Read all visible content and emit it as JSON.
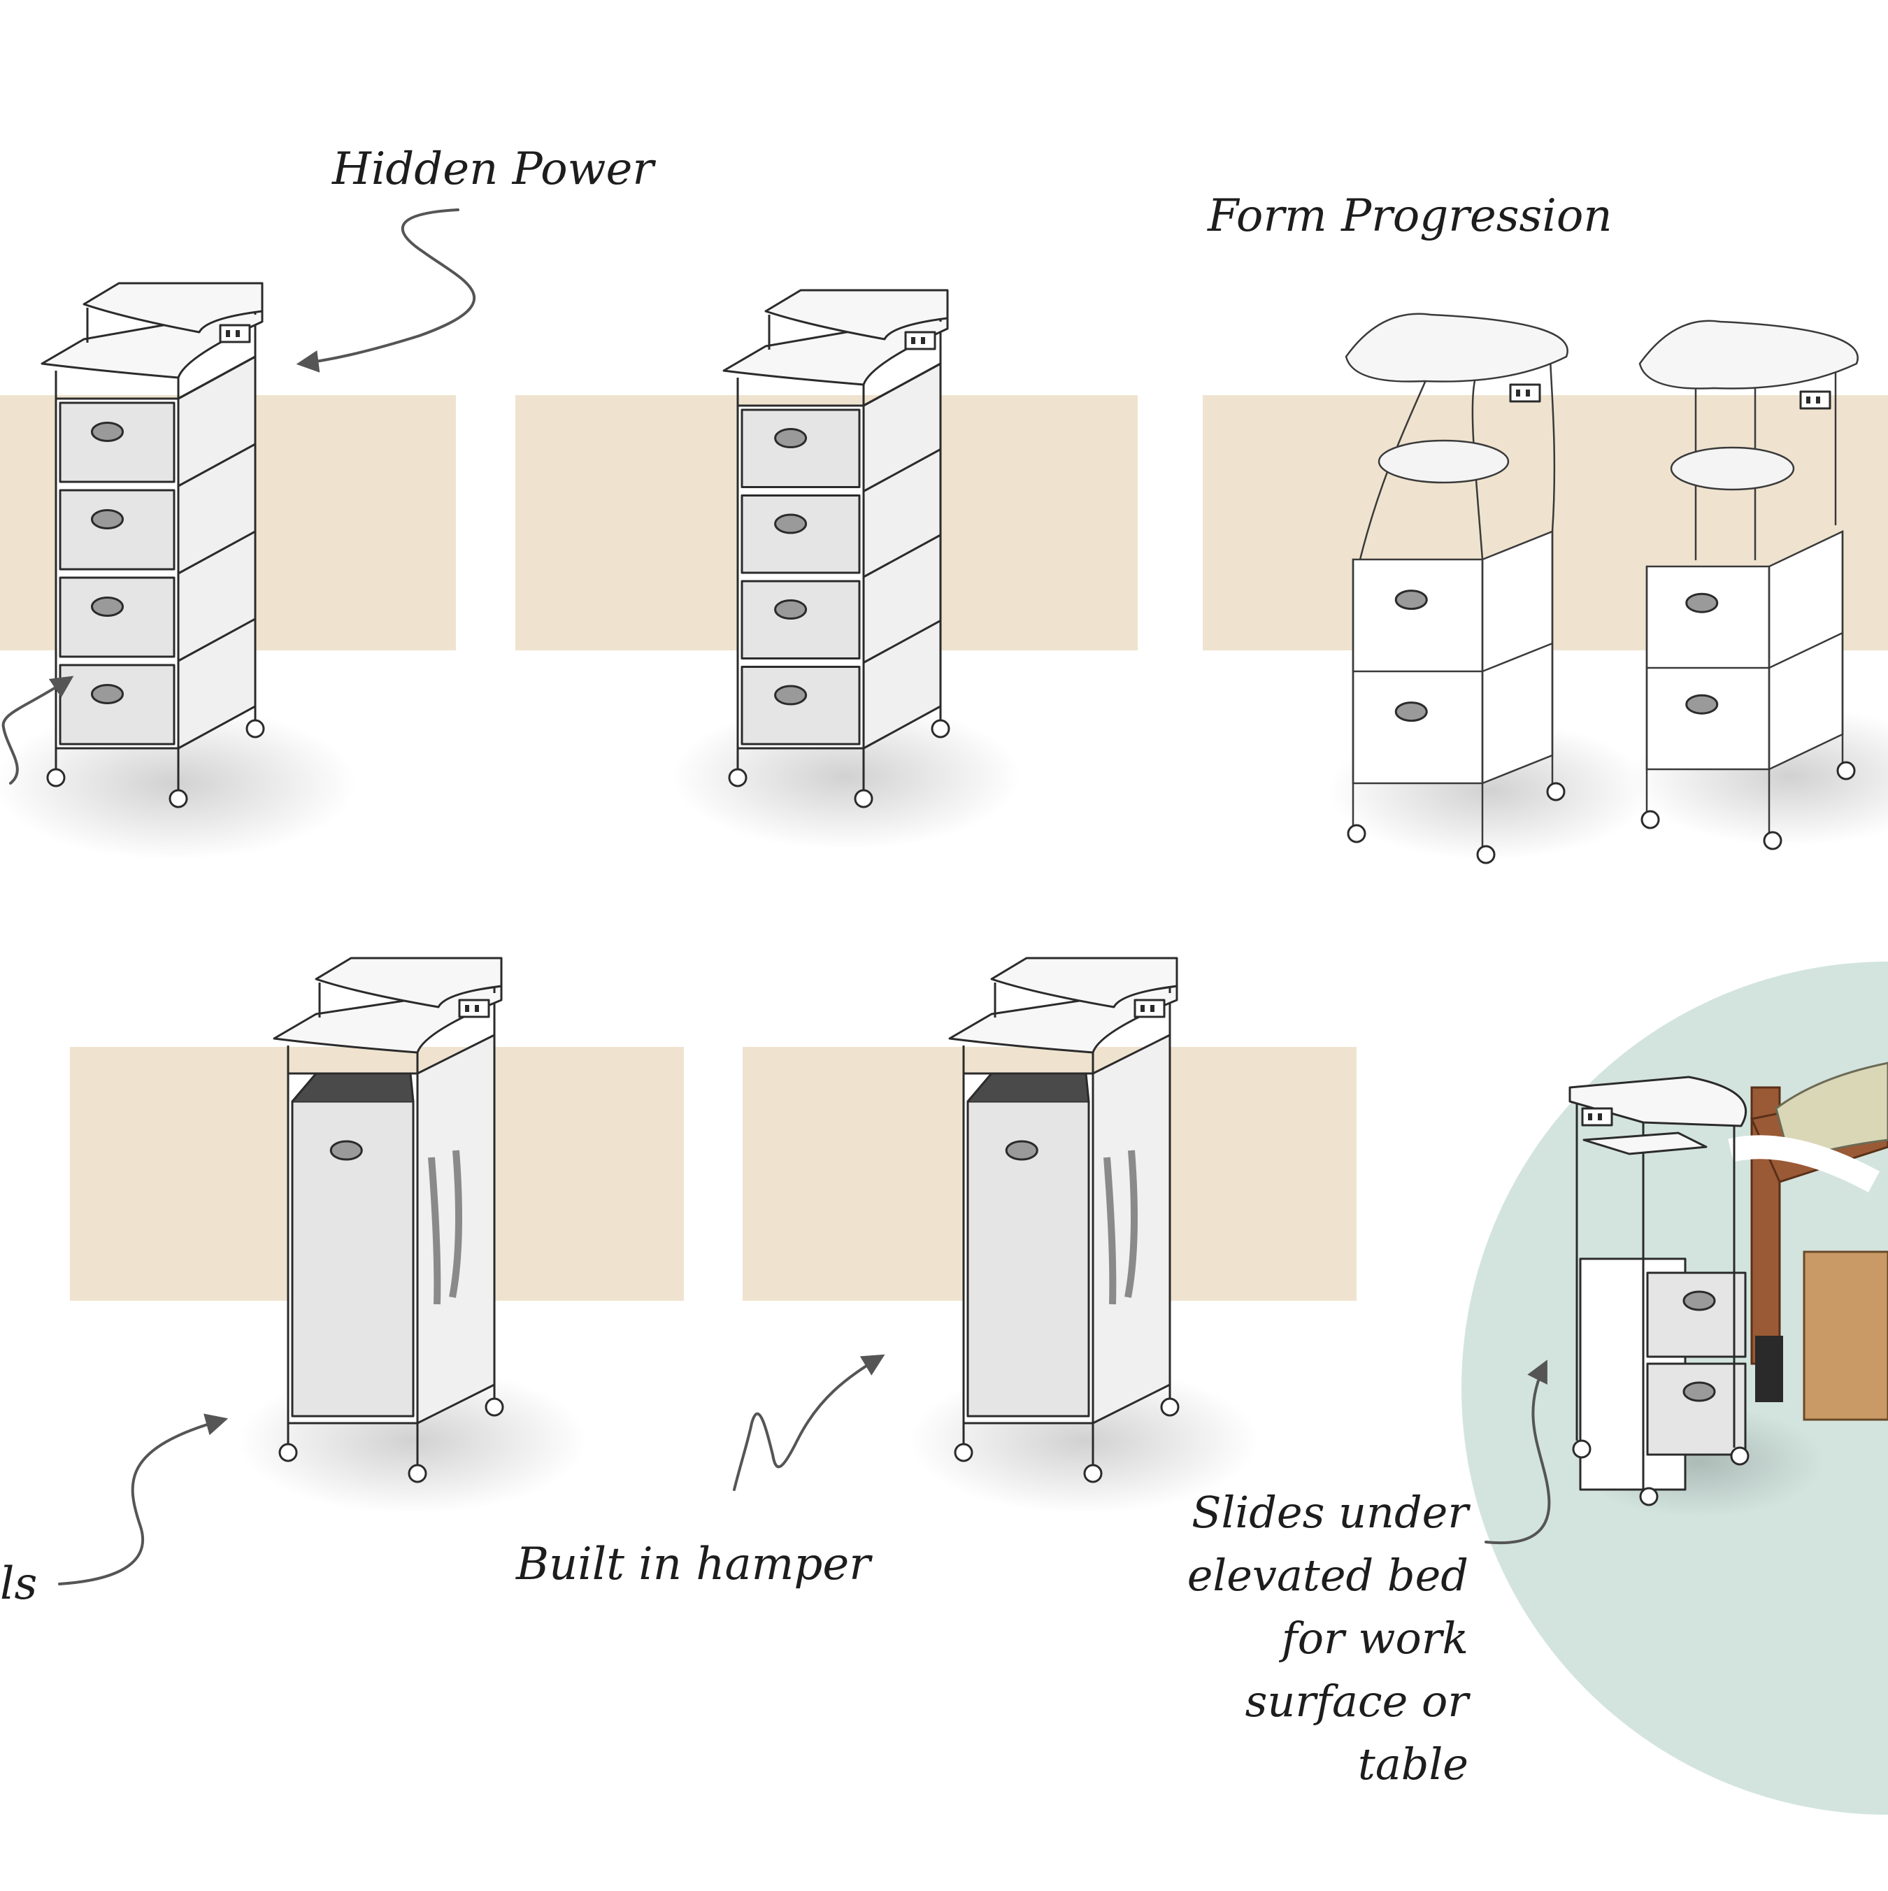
{
  "annotations": {
    "hidden_power": "Hidden Power",
    "form_progression": "Form Progression",
    "wheels_fragment": "ls",
    "built_in_hamper": "Built in hamper",
    "slides_under": "Slides under\nelevated bed\nfor work\nsurface or\ntable"
  },
  "palette": {
    "background": "#ffffff",
    "backdrop_panel": "#efe3cf",
    "context_circle": "#d3e4df",
    "line_art": "#2b2b2b",
    "drawer_fill": "#e5e5e5",
    "shelf_fill": "#f7f7f7",
    "arrow": "#555555",
    "bed_wood": "#9a5a35",
    "mattress": "#d9d7b6",
    "box_cardboard": "#c99a66"
  },
  "sketches": [
    {
      "name": "four-drawer-cart-v1",
      "drawers": 4,
      "style": "render"
    },
    {
      "name": "four-drawer-cart-v2",
      "drawers": 4,
      "style": "render"
    },
    {
      "name": "curved-legs-cart-sketch",
      "drawers": 2,
      "style": "sketch"
    },
    {
      "name": "two-drawer-tall-cart-sketch",
      "drawers": 2,
      "style": "sketch"
    },
    {
      "name": "hamper-cart-v1",
      "drawers": 0,
      "style": "render"
    },
    {
      "name": "hamper-cart-v2",
      "drawers": 0,
      "style": "render"
    },
    {
      "name": "bedside-cart-context",
      "drawers": 2,
      "style": "render"
    }
  ]
}
